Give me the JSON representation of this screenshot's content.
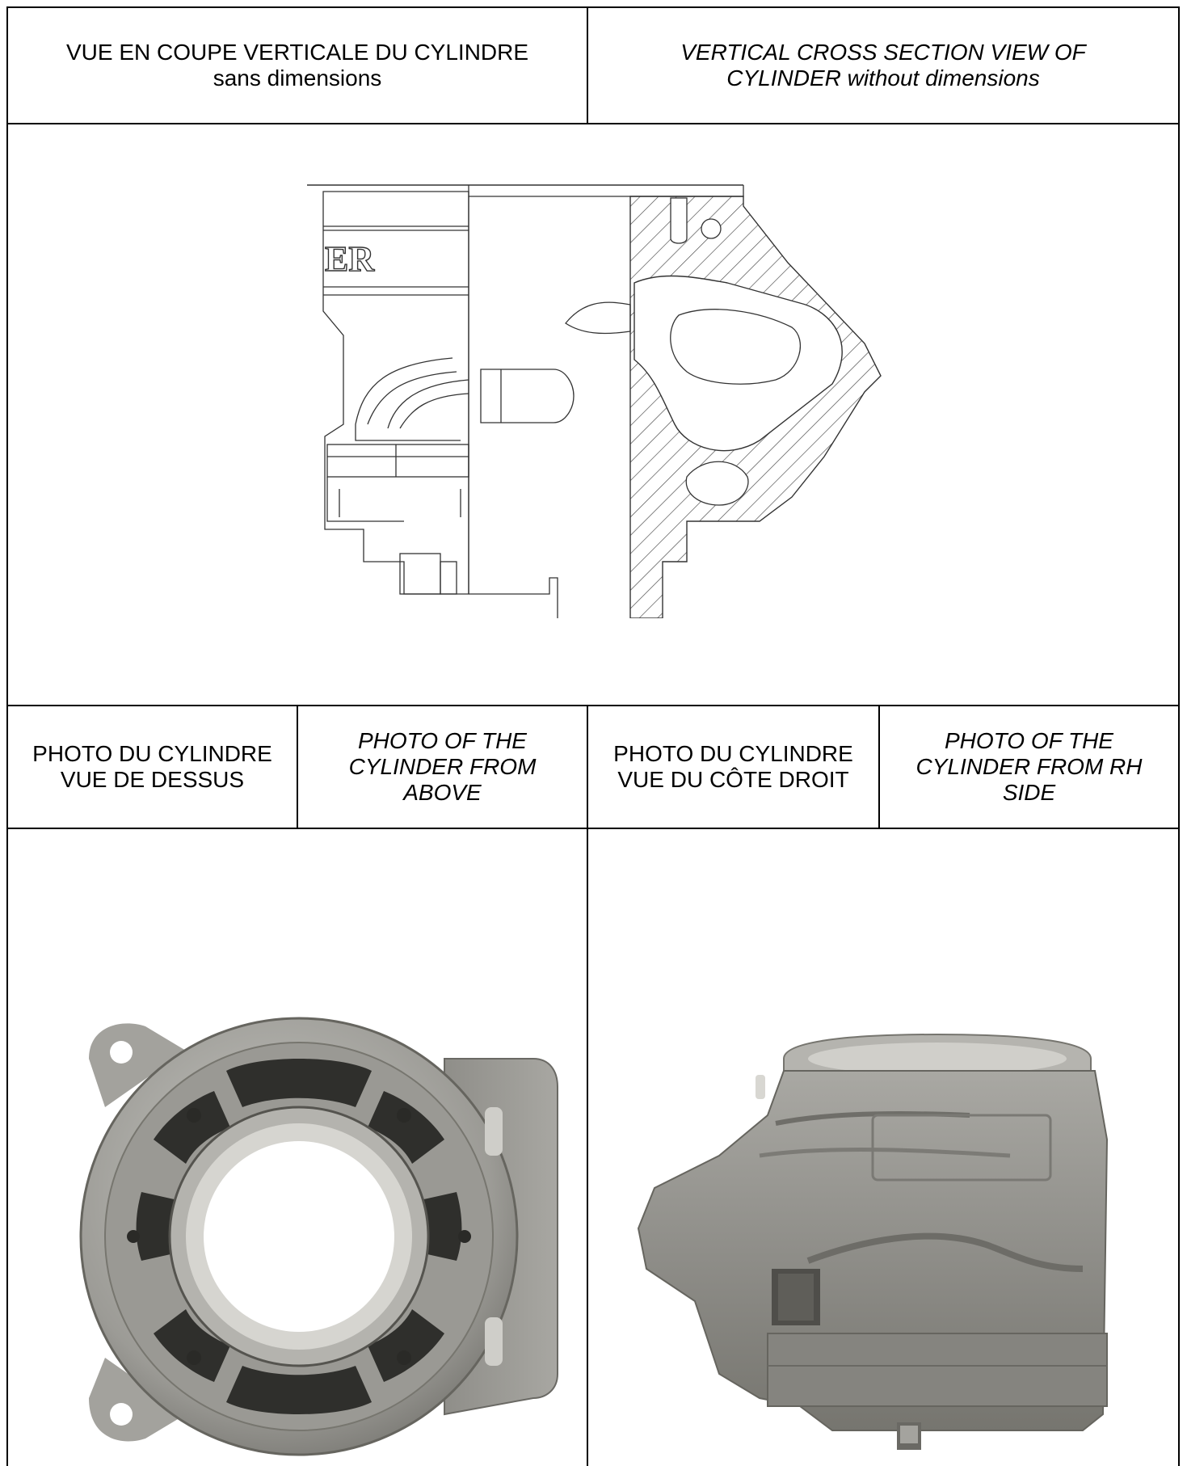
{
  "header": {
    "fr_title": [
      "VUE EN COUPE VERTICALE DU CYLINDRE",
      "sans dimensions"
    ],
    "en_title": [
      "VERTICAL CROSS SECTION VIEW OF",
      "CYLINDER without dimensions"
    ]
  },
  "drawing": {
    "logo_fragment": "ER"
  },
  "photo_labels": {
    "above_fr": [
      "PHOTO DU CYLINDRE",
      "VUE DE DESSUS"
    ],
    "above_en": [
      "PHOTO OF THE",
      "CYLINDER FROM",
      "ABOVE"
    ],
    "side_fr": [
      "PHOTO DU CYLINDRE",
      "VUE DU CÔTE DROIT"
    ],
    "side_en": [
      "PHOTO OF THE",
      "CYLINDER FROM RH",
      "SIDE"
    ]
  },
  "colors": {
    "border": "#000000",
    "metal_light": "#b9b9b4",
    "metal_mid": "#8e8d88",
    "metal_dark": "#55544f"
  }
}
